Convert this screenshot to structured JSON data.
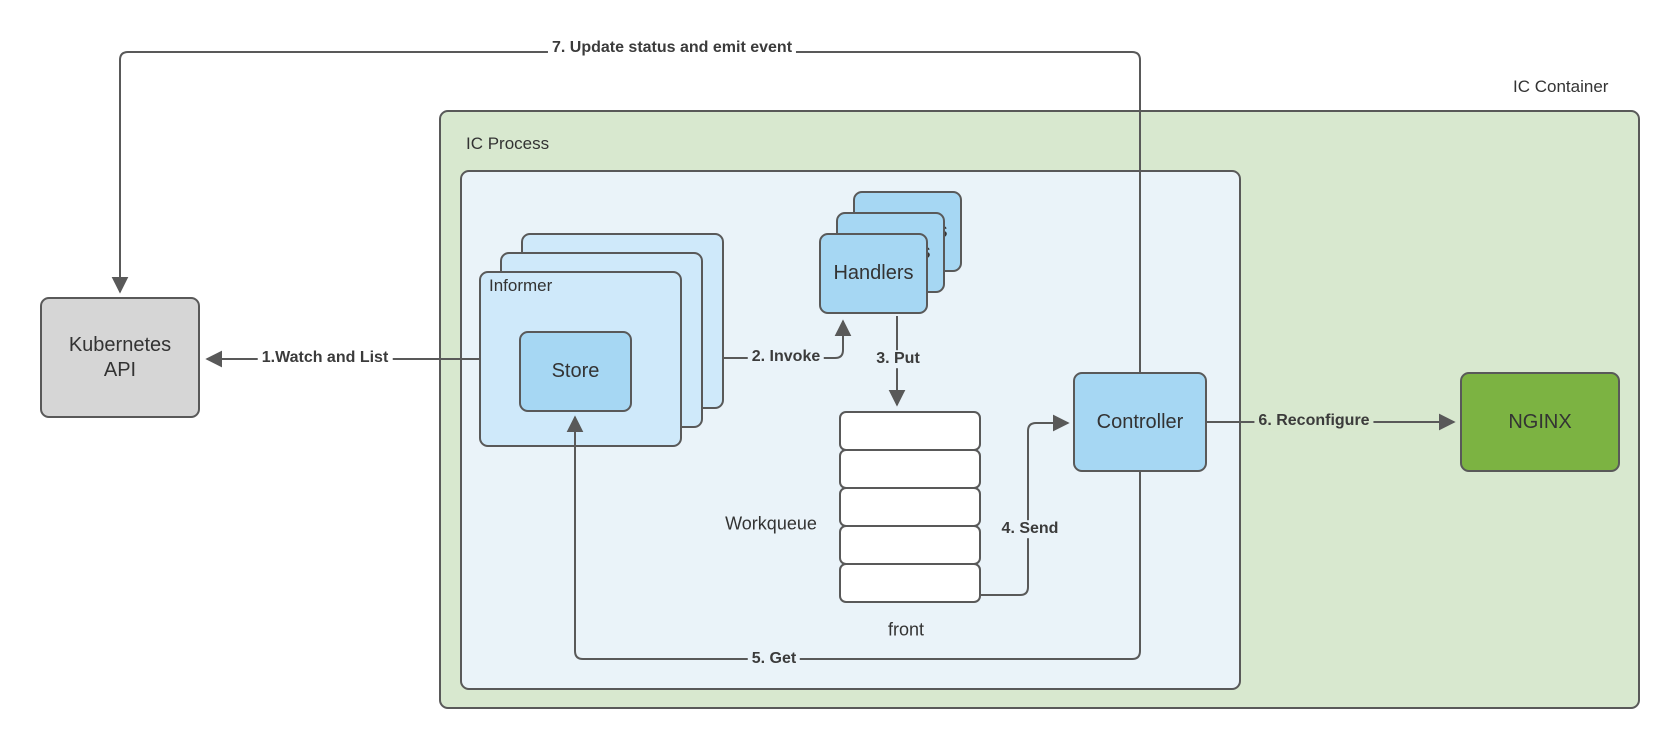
{
  "containers": {
    "ic_container": {
      "label": "IC Container",
      "fill": "#d8e8cf",
      "border": "#595959"
    },
    "ic_process": {
      "label": "IC Process",
      "fill": "#eaf3f9",
      "border": "#595959"
    }
  },
  "nodes": {
    "kubernetes_api": {
      "label": "Kubernetes API",
      "fill": "#d6d6d6"
    },
    "informer": {
      "label": "Informer",
      "fill": "#cfe9fa",
      "stacked_copies": 3
    },
    "store": {
      "label": "Store",
      "fill": "#a6d7f3"
    },
    "handlers": {
      "label": "Handlers",
      "fill": "#a6d7f3",
      "stacked_copies": 3
    },
    "workqueue": {
      "label": "Workqueue",
      "front_label": "front",
      "cells": 5,
      "fill": "#ffffff"
    },
    "controller": {
      "label": "Controller",
      "fill": "#a6d7f3"
    },
    "nginx": {
      "label": "NGINX",
      "fill": "#7cb342"
    }
  },
  "edges": [
    {
      "label": "1.Watch and List",
      "from": "Informer",
      "to": "Kubernetes API"
    },
    {
      "label": "2. Invoke",
      "from": "Informer",
      "to": "Handlers"
    },
    {
      "label": "3. Put",
      "from": "Handlers",
      "to": "Workqueue"
    },
    {
      "label": "4. Send",
      "from": "Workqueue",
      "to": "Controller"
    },
    {
      "label": "5. Get",
      "from": "Controller",
      "to": "Store"
    },
    {
      "label": "6. Reconfigure",
      "from": "Controller",
      "to": "NGINX"
    },
    {
      "label": "7. Update status and emit event",
      "from": "Controller",
      "to": "Kubernetes API"
    }
  ],
  "colors": {
    "line": "#595959",
    "text": "#333333"
  }
}
